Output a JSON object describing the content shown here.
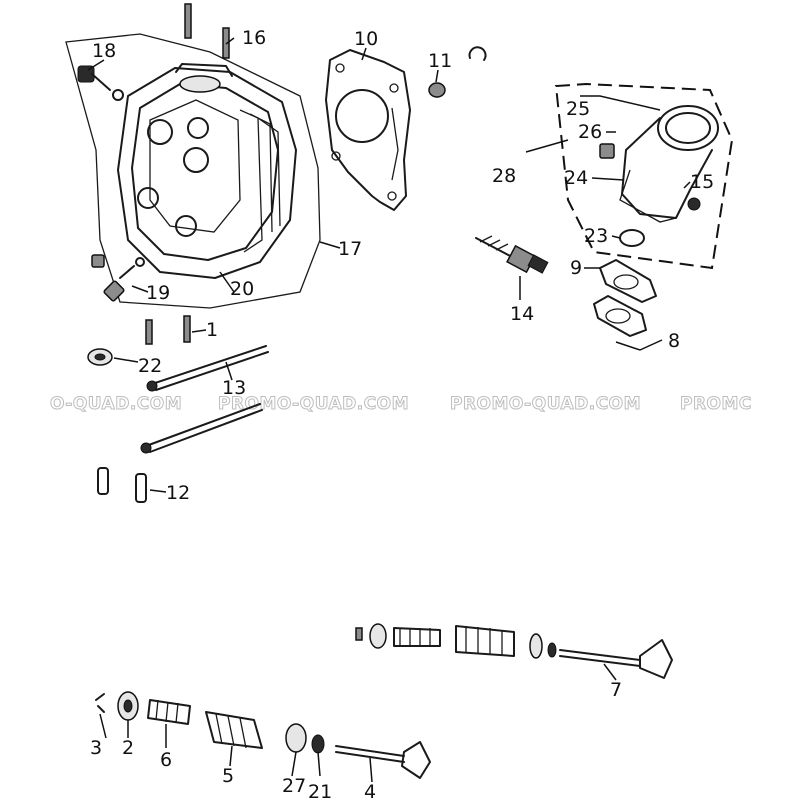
{
  "callouts": [
    "1",
    "2",
    "3",
    "4",
    "5",
    "6",
    "7",
    "8",
    "9",
    "10",
    "11",
    "12",
    "13",
    "14",
    "15",
    "16",
    "17",
    "18",
    "19",
    "20",
    "21",
    "22",
    "23",
    "24",
    "25",
    "26",
    "27",
    "28"
  ],
  "watermark": {
    "left": "O-QUAD.COM",
    "mid": "PROMO-QUAD.COM",
    "right": "PROMO-QUAD.COM",
    "edge": "PROMC"
  }
}
